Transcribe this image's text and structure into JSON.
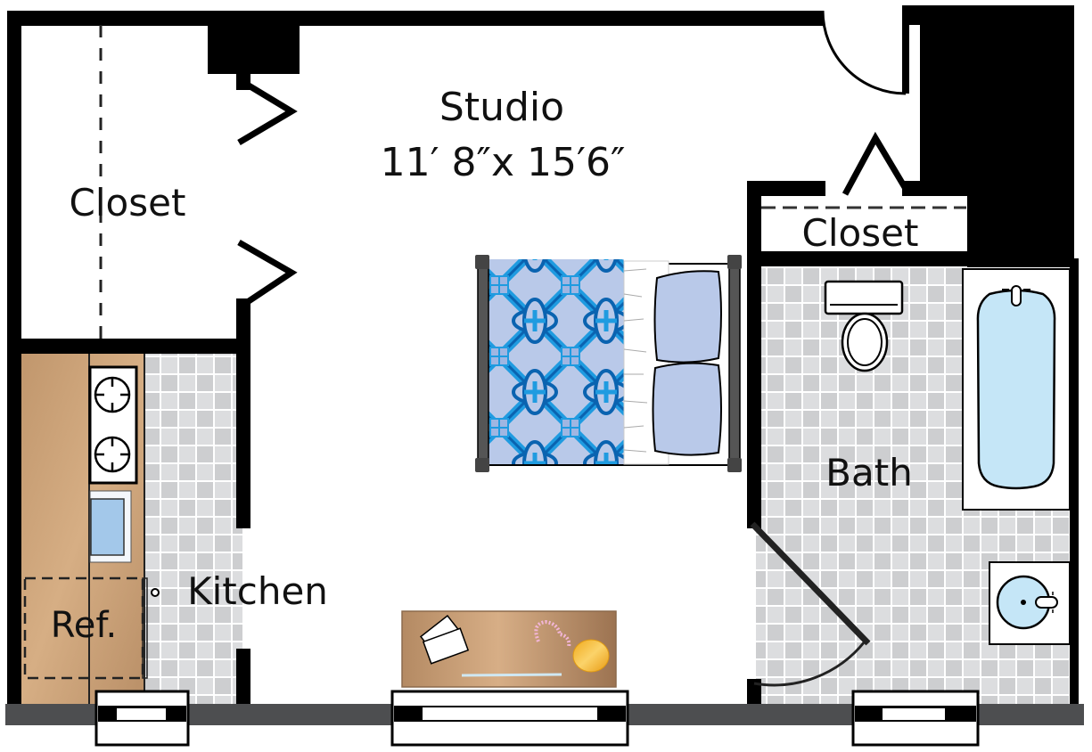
{
  "plan": {
    "rooms": {
      "studio": {
        "label": "Studio",
        "dimensions": "11′ 8″x 15′6″"
      },
      "closet_left": {
        "label": "Closet"
      },
      "closet_right": {
        "label": "Closet"
      },
      "kitchen": {
        "label": "Kitchen"
      },
      "bath": {
        "label": "Bath"
      }
    },
    "fixtures": {
      "refrigerator": {
        "label": "Ref."
      },
      "stove": {
        "icon": "stove-burners-icon"
      },
      "kitchen_sink": {
        "icon": "sink-icon"
      },
      "bed": {
        "icon": "bed-icon"
      },
      "dresser": {
        "icon": "dresser-icon"
      },
      "toilet": {
        "icon": "toilet-icon"
      },
      "bathtub": {
        "icon": "bathtub-icon"
      },
      "bath_sink": {
        "icon": "sink-icon"
      }
    },
    "colors": {
      "wall": "#000000",
      "exterior_wall": "#4d4e50",
      "tile_light": "#dcdddf",
      "tile_dark": "#cdced0",
      "counter": "#c9a27c",
      "water": "#c5e6f7",
      "sink_blue": "#a3c8ea",
      "pillow": "#b9c9e9",
      "bedspread": "#1f9be0",
      "dresser": "#c59a73"
    }
  }
}
